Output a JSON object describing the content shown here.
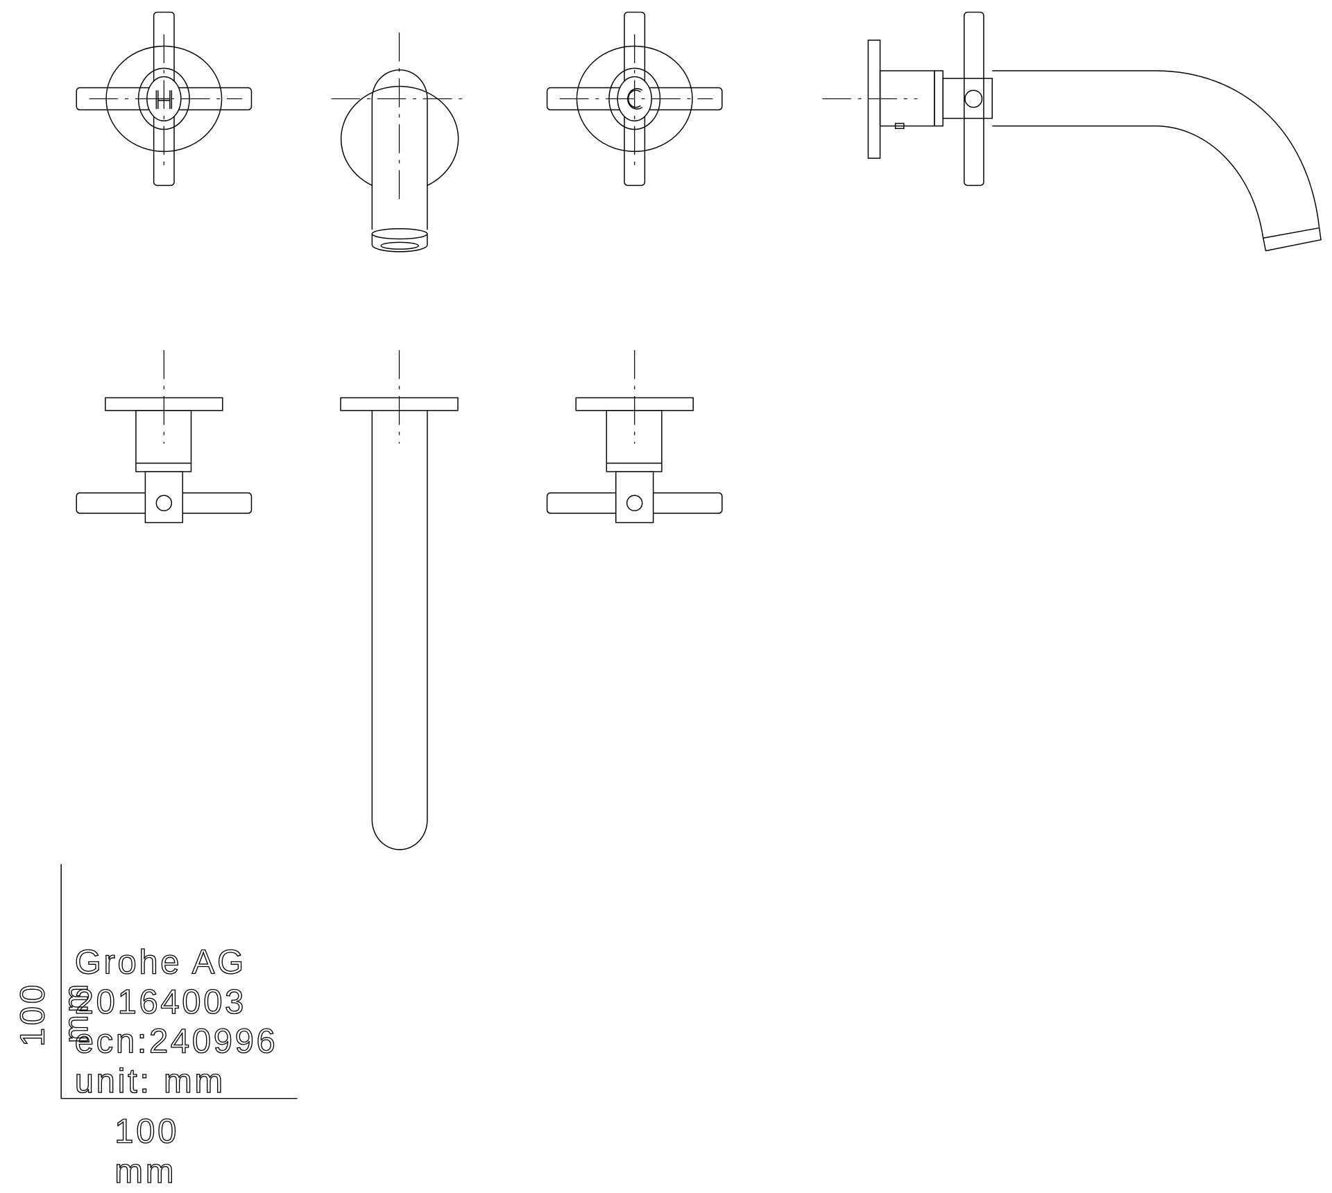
{
  "drawing": {
    "handle_hot_label": "H",
    "handle_cold_label": "C",
    "views": [
      "hot-handle-front",
      "spout-front",
      "cold-handle-front",
      "side-view",
      "hot-handle-top",
      "spout-top",
      "cold-handle-top"
    ]
  },
  "title_block": {
    "company": "Grohe AG",
    "product_number": "20164003",
    "ecn": "ecn:240996",
    "unit": "unit: mm"
  },
  "scale_bar": {
    "horizontal_value": "100",
    "horizontal_unit": "mm",
    "vertical_value": "100",
    "vertical_unit": "mm"
  }
}
